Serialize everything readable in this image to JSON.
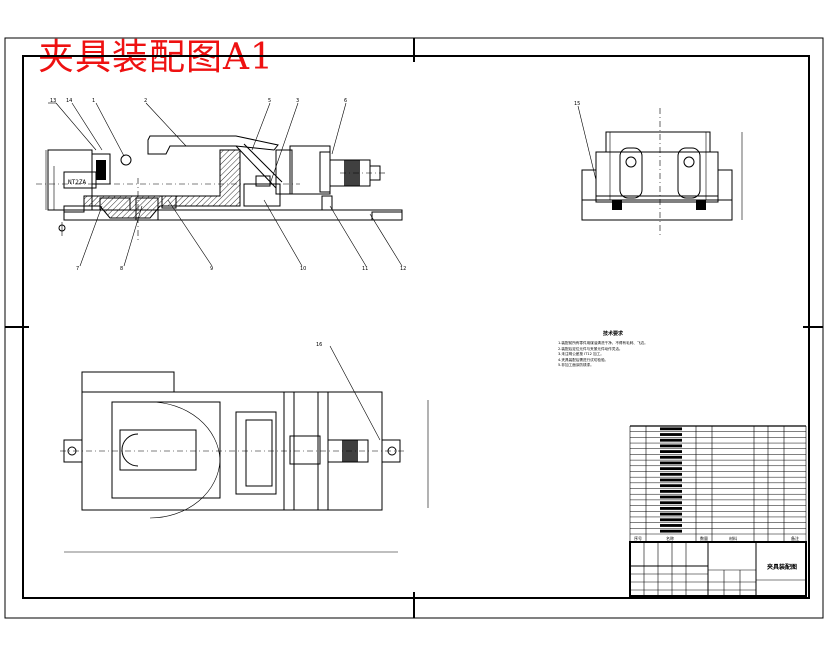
{
  "title": "夹具装配图A1",
  "colors": {
    "title": "#ee1111",
    "lines": "#000000",
    "background": "#ffffff"
  },
  "balloons": [
    "13",
    "14",
    "1",
    "2",
    "5",
    "3",
    "6",
    "7",
    "8",
    "9",
    "10",
    "11",
    "12",
    "15",
    "16"
  ],
  "notes": {
    "heading": "技术要求",
    "lines": [
      "1.装配前所有零件用煤油清洗干净，不得有毛刺、飞边。",
      "2.装配后定位元件与夹紧元件动作灵活。",
      "3.未注明公差按 IT12 加工。",
      "4.夹具装配后需进行试切检验。",
      "5.非加工面涂防锈漆。"
    ]
  },
  "bom": {
    "header": [
      "序号",
      "名称",
      "数量",
      "材料",
      "备注"
    ],
    "rows": 19
  },
  "title_block": {
    "name": "夹具装配图"
  }
}
